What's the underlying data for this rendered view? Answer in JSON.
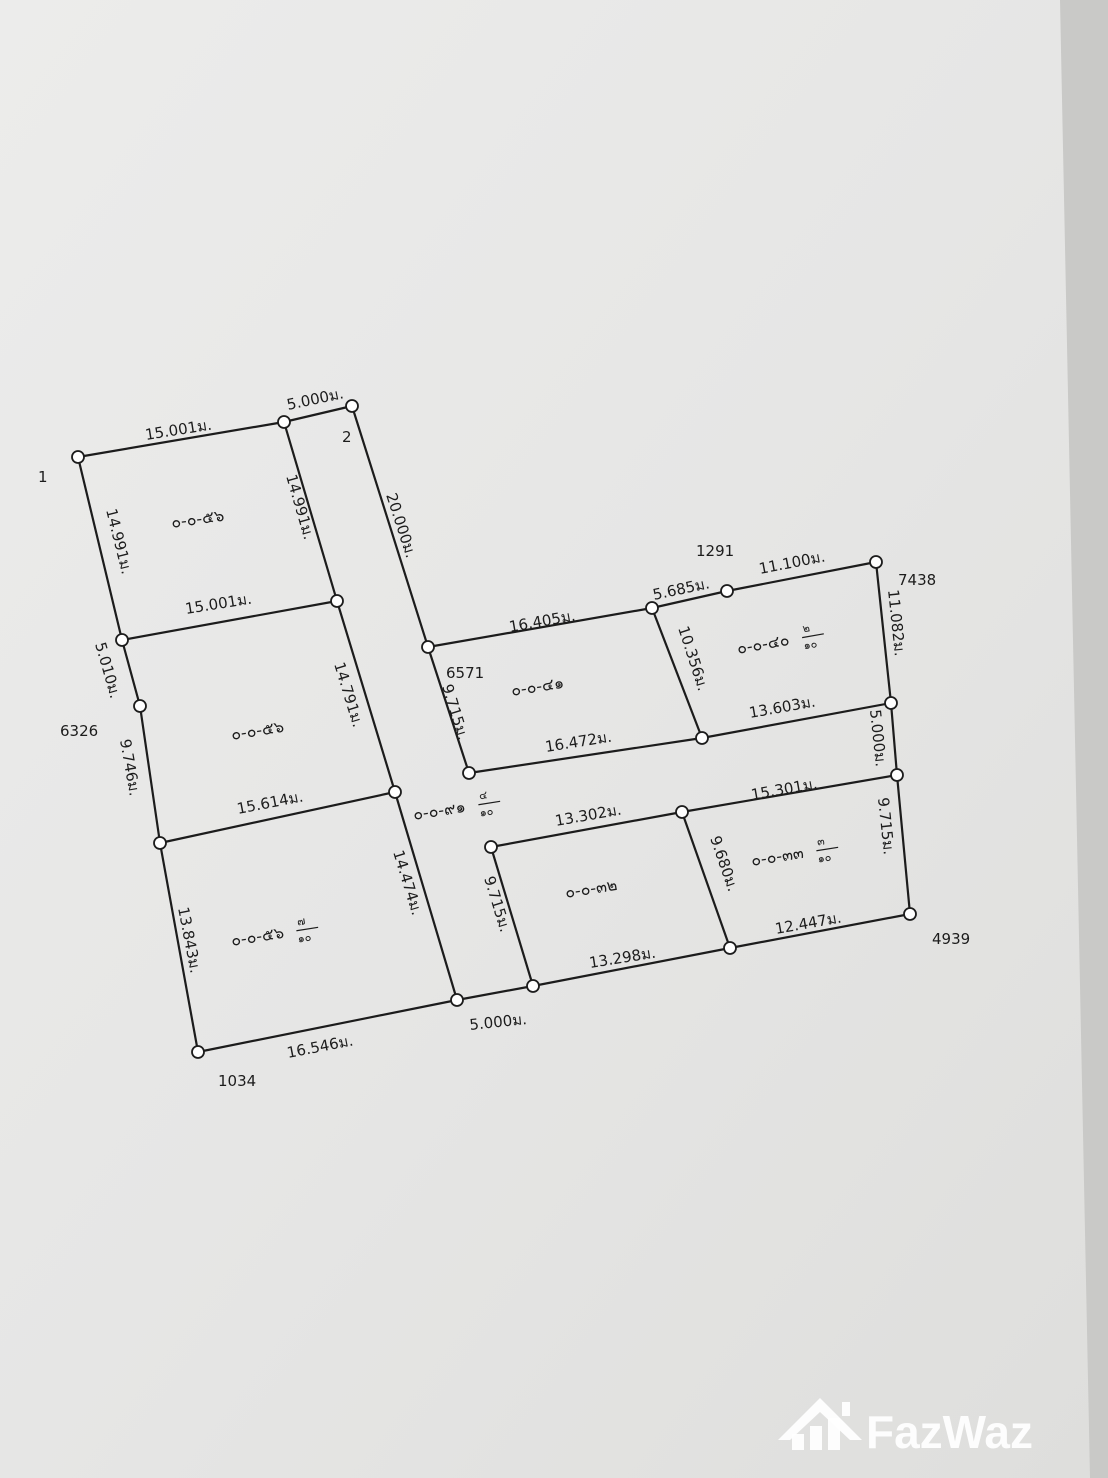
{
  "plan": {
    "vertices": [
      {
        "id": "v1",
        "label": "1"
      },
      {
        "id": "v2",
        "label": "2"
      },
      {
        "id": "v1291",
        "label": "1291"
      },
      {
        "id": "v7438",
        "label": "7438"
      },
      {
        "id": "v6571",
        "label": "6571"
      },
      {
        "id": "v6326",
        "label": "6326"
      },
      {
        "id": "v4939",
        "label": "4939"
      },
      {
        "id": "v1034",
        "label": "1034"
      }
    ],
    "measurements": [
      {
        "id": "m1",
        "text": "15.001ม."
      },
      {
        "id": "m2",
        "text": "5.000ม."
      },
      {
        "id": "m3",
        "text": "14.991ม."
      },
      {
        "id": "m4",
        "text": "14.991ม."
      },
      {
        "id": "m5",
        "text": "20.000ม."
      },
      {
        "id": "m6",
        "text": "15.001ม."
      },
      {
        "id": "m7",
        "text": "5.010ม."
      },
      {
        "id": "m8",
        "text": "9.746ม."
      },
      {
        "id": "m9",
        "text": "14.791ม."
      },
      {
        "id": "m10",
        "text": "15.614ม."
      },
      {
        "id": "m11",
        "text": "13.843ม."
      },
      {
        "id": "m12",
        "text": "14.474ม."
      },
      {
        "id": "m13",
        "text": "16.546ม."
      },
      {
        "id": "m14",
        "text": "5.000ม."
      },
      {
        "id": "m15",
        "text": "16.405ม."
      },
      {
        "id": "m16",
        "text": "5.685ม."
      },
      {
        "id": "m17",
        "text": "11.100ม."
      },
      {
        "id": "m18",
        "text": "11.082ม."
      },
      {
        "id": "m19",
        "text": "9.715ม."
      },
      {
        "id": "m20",
        "text": "10.356ม."
      },
      {
        "id": "m21",
        "text": "13.603ม."
      },
      {
        "id": "m22",
        "text": "16.472ม."
      },
      {
        "id": "m23",
        "text": "5.000ม."
      },
      {
        "id": "m24",
        "text": "15.301ม."
      },
      {
        "id": "m25",
        "text": "13.302ม."
      },
      {
        "id": "m26",
        "text": "9.715ม."
      },
      {
        "id": "m27",
        "text": "9.680ม."
      },
      {
        "id": "m28",
        "text": "9.715ม."
      },
      {
        "id": "m29",
        "text": "13.298ม."
      },
      {
        "id": "m30",
        "text": "12.447ม."
      }
    ],
    "areas": [
      {
        "id": "a1",
        "text": "๐-๐-๕๖",
        "num": "",
        "den": ""
      },
      {
        "id": "a2",
        "text": "๐-๐-๕๖",
        "num": "",
        "den": ""
      },
      {
        "id": "a3",
        "text": "๐-๐-๕๖",
        "num": "๗",
        "den": "๑๐"
      },
      {
        "id": "a4",
        "text": "๐-๐-๔๑",
        "num": "",
        "den": ""
      },
      {
        "id": "a5",
        "text": "๐-๐-๔๐",
        "num": "๒",
        "den": "๑๐"
      },
      {
        "id": "a6",
        "text": "๐-๐-๙๑",
        "num": "๔",
        "den": "๑๐"
      },
      {
        "id": "a7",
        "text": "๐-๐-๓๒",
        "num": "",
        "den": ""
      },
      {
        "id": "a8",
        "text": "๐-๐-๓๓",
        "num": "๓",
        "den": "๑๐"
      }
    ]
  },
  "watermark": {
    "text": "FazWaz"
  },
  "colors": {
    "paper": "#e7e7e6",
    "ink": "#1c1c1c",
    "desk": "#6f6d68"
  }
}
